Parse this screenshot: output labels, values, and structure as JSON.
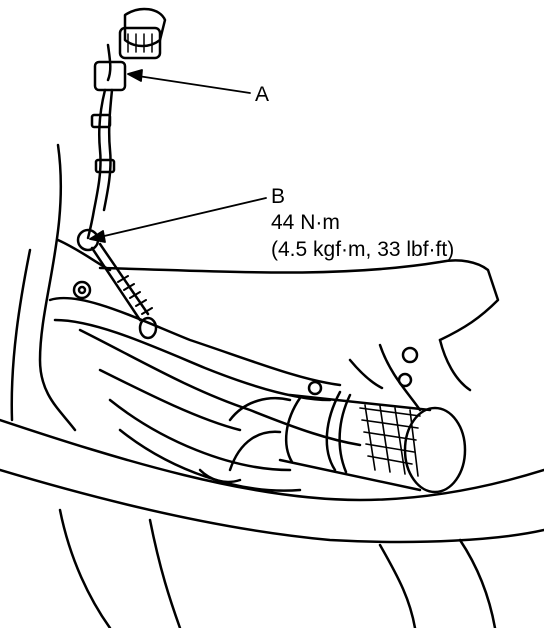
{
  "callouts": {
    "a": {
      "letter": "A"
    },
    "b": {
      "letter": "B",
      "torque_nm": "44 N·m",
      "torque_alt": "(4.5 kgf·m, 33 lbf·ft)"
    }
  },
  "colors": {
    "line": "#000000",
    "background": "#ffffff",
    "shade": "#cfcfcf"
  }
}
